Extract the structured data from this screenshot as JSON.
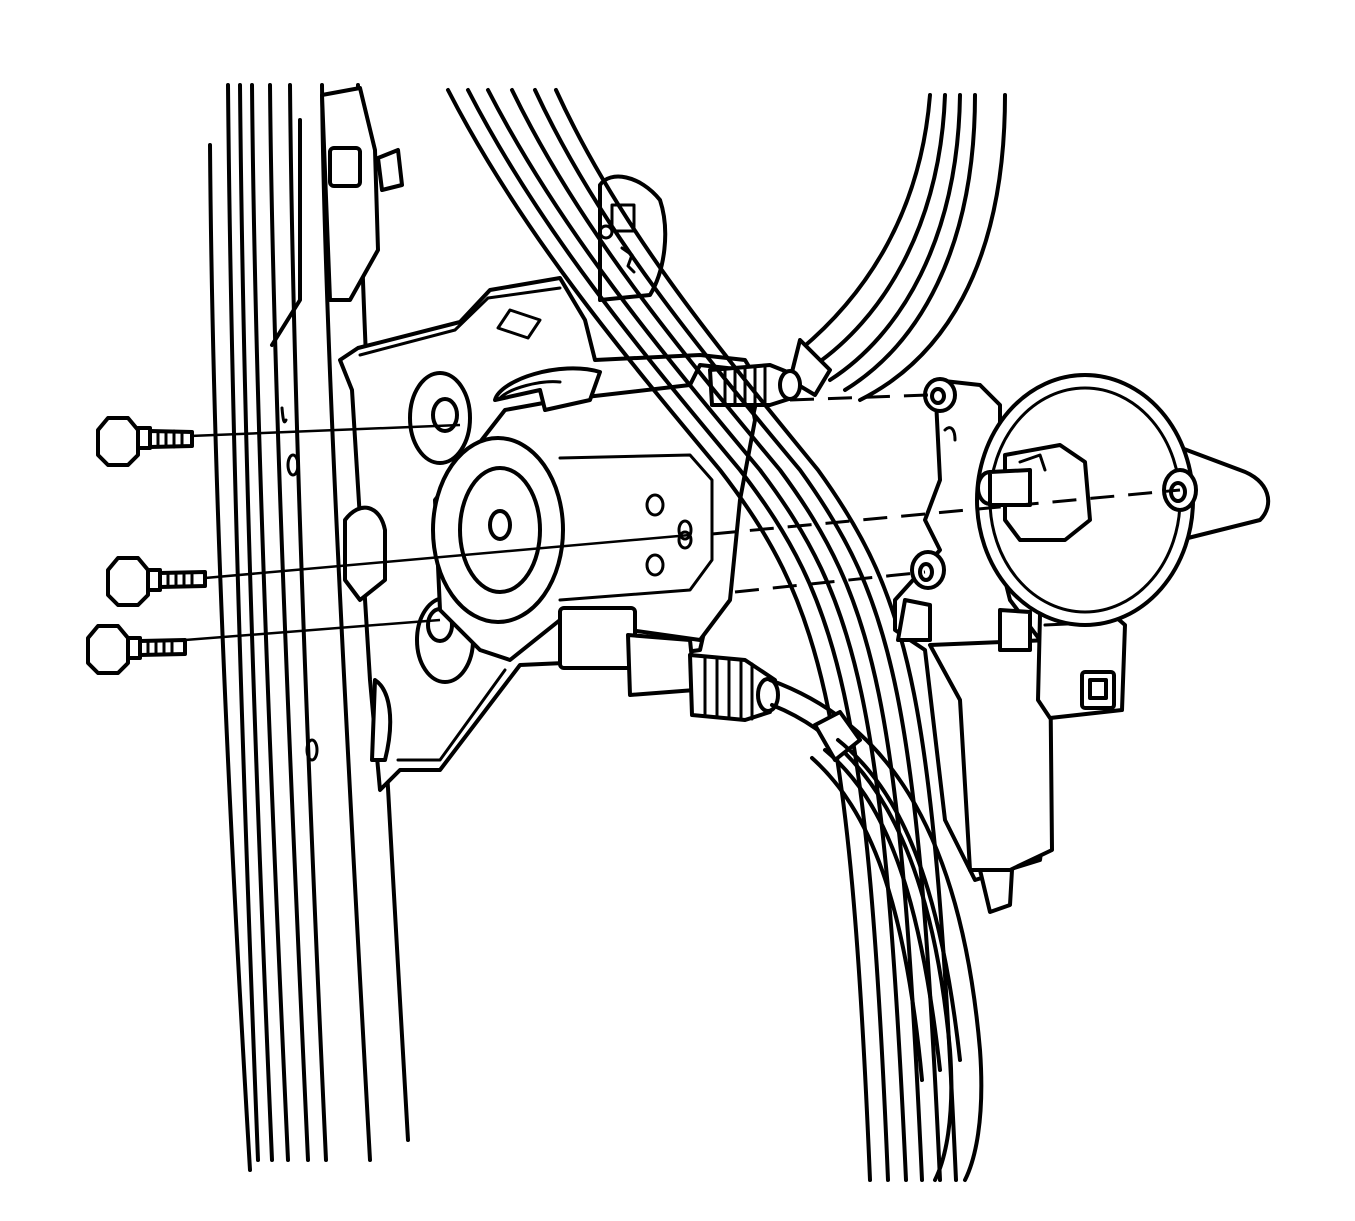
{
  "figure": {
    "subject": "window-regulator-motor-installation",
    "stroke_color": "#000000",
    "background_color": "#ffffff",
    "bolt_count": 3,
    "motor_mount_points": 3
  }
}
